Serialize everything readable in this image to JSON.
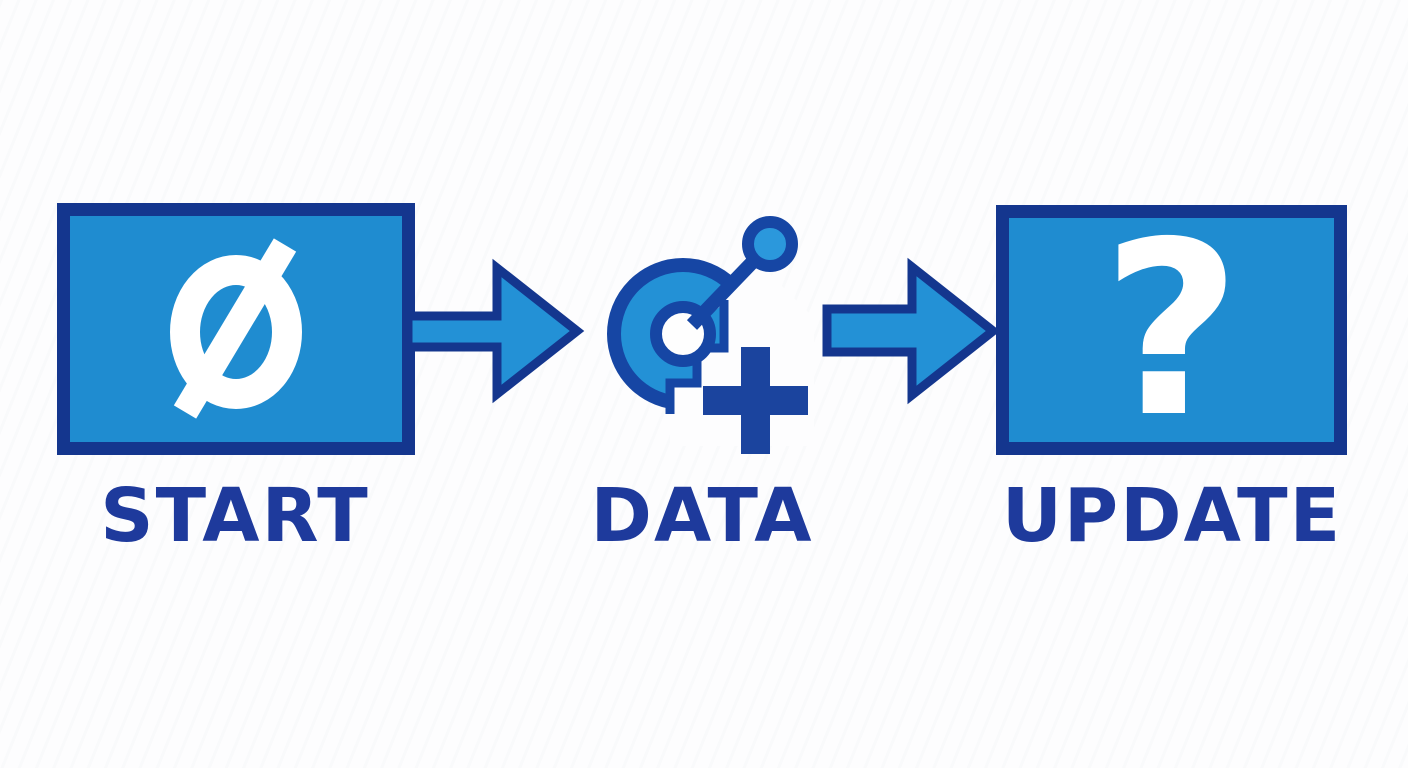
{
  "diagram": {
    "type": "process-flow",
    "direction": "left-to-right",
    "background_color": "#fdfdfe"
  },
  "colors": {
    "box_fill": "#1f8cd0",
    "box_border_navy": "#14368e",
    "icon_fill_blue": "#2391d6",
    "icon_outline_navy": "#1646a4",
    "plus_navy": "#1b449e",
    "label_navy": "#1e3a9c",
    "symbol_white": "#ffffff"
  },
  "steps": [
    {
      "id": "start",
      "label": "START",
      "icon": "empty-set-icon",
      "symbol": "Ø"
    },
    {
      "id": "data",
      "label": "DATA",
      "icon": "pie-chart-node-plus-icon",
      "symbol": ""
    },
    {
      "id": "update",
      "label": "UPDATE",
      "icon": "question-mark-symbol",
      "symbol": "?"
    }
  ],
  "connectors": [
    {
      "from": "start",
      "to": "data",
      "type": "block-arrow-right"
    },
    {
      "from": "data",
      "to": "update",
      "type": "block-arrow-right"
    }
  ]
}
